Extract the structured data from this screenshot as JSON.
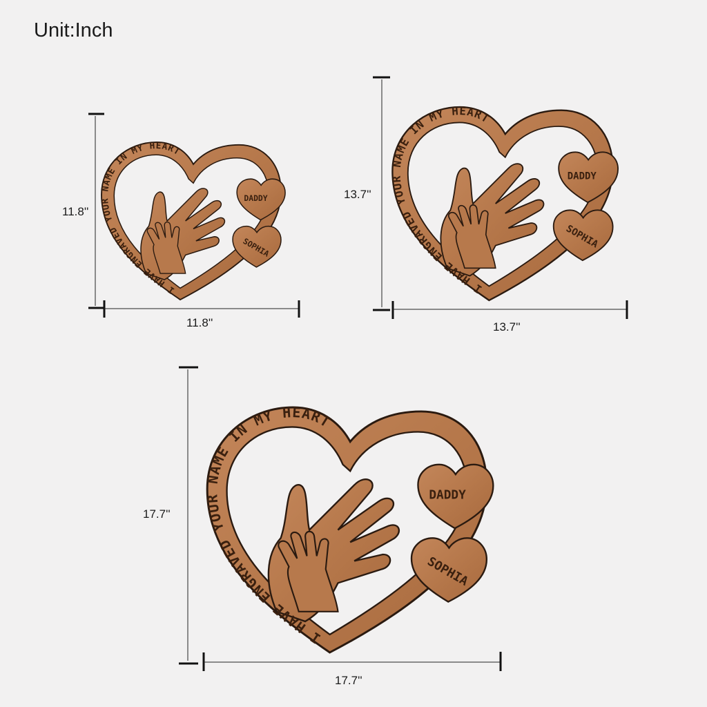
{
  "header": {
    "unit_label": "Unit:Inch"
  },
  "product": {
    "name": "Heart plaque with hands",
    "border_text": "I HAVE ENGRAVED YOUR NAME IN MY HEART",
    "heart_names": [
      "DADDY",
      "SOPHIA"
    ],
    "wood_color": "#b8794a",
    "outline_color": "#2a1a10"
  },
  "sizes": [
    {
      "id": "small",
      "height_label": "11.8''",
      "width_label": "11.8''"
    },
    {
      "id": "medium",
      "height_label": "13.7''",
      "width_label": "13.7''"
    },
    {
      "id": "large",
      "height_label": "17.7''",
      "width_label": "17.7''"
    }
  ]
}
